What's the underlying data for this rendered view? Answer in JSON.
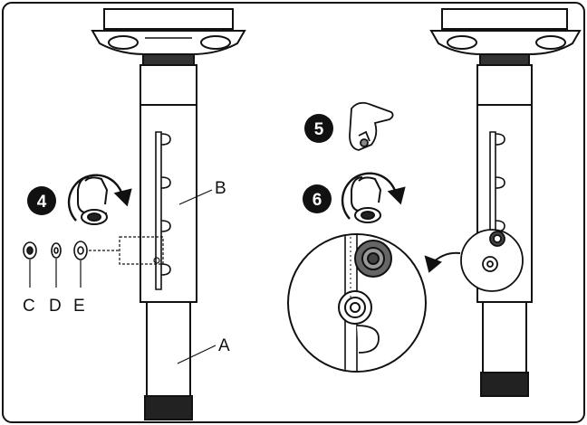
{
  "diagram": {
    "steps": [
      "4",
      "5",
      "6"
    ],
    "labels": {
      "a": "A",
      "b": "B",
      "c": "C",
      "d": "D",
      "e": "E"
    }
  },
  "colors": {
    "line": "#111111",
    "panel_fill": "#ffffff",
    "light_gray": "#d8d8d8",
    "dark_fill": "#1a1a1a"
  },
  "icons": [
    "hand-knob-tighten-icon",
    "hand-knob-loosen-icon",
    "rotate-arrow-icon"
  ]
}
